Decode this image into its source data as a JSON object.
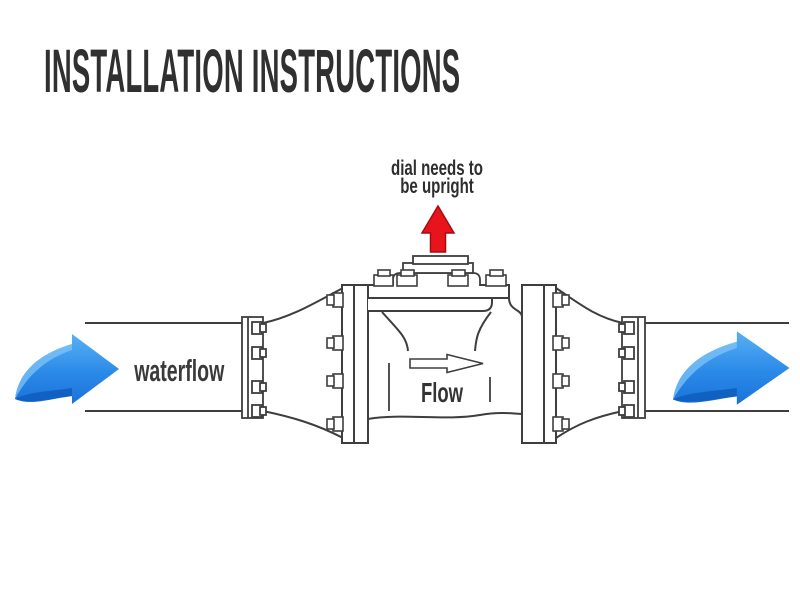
{
  "title": "INSTALLATION INSTRUCTIONS",
  "labels": {
    "dial_line1": "dial needs to",
    "dial_line2": "be upright",
    "waterflow": "waterflow",
    "flow": "Flow"
  },
  "colors": {
    "background": "#ffffff",
    "line": "#3e3e3e",
    "title_text": "#303030",
    "label_text": "#333333",
    "arrow_red": "#e8141c",
    "arrow_red_outline": "#a50b10",
    "arrow_blue": "#2e8fe8",
    "arrow_blue_dark": "#0f5ec0",
    "arrow_blue_light": "#7fc4f7"
  },
  "icons": {
    "flow_direction_arrow": "outlined-right-arrow",
    "dial_upright_arrow": "red-up-arrow",
    "waterflow_arrow_left": "blue-swoosh-right-arrow",
    "waterflow_arrow_right": "blue-swoosh-right-arrow"
  }
}
